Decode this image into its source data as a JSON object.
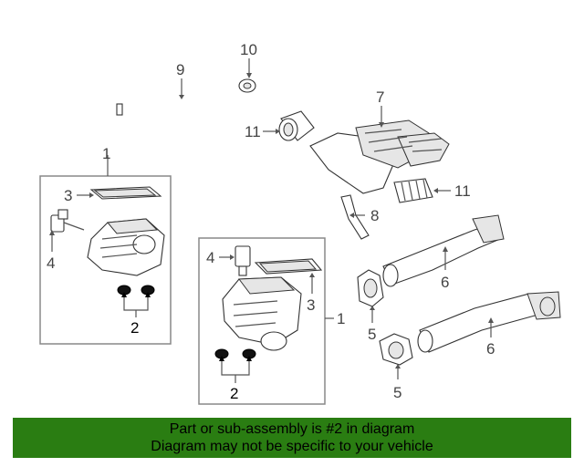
{
  "labels": {
    "box1": "1",
    "box2": "1",
    "p2a": "2",
    "p2b": "2",
    "p3a": "3",
    "p3b": "3",
    "p4a": "4",
    "p4b": "4",
    "p5a": "5",
    "p5b": "5",
    "p6a": "6",
    "p6b": "6",
    "p7": "7",
    "p8": "8",
    "p9": "9",
    "p10": "10",
    "p11a": "11",
    "p11b": "11"
  },
  "footer": {
    "line1": "Part or sub-assembly is #2 in diagram",
    "line2": "Diagram may not be specific to your vehicle"
  },
  "colors": {
    "footer_bg": "#2a7d12",
    "highlight_part": "#111111"
  }
}
